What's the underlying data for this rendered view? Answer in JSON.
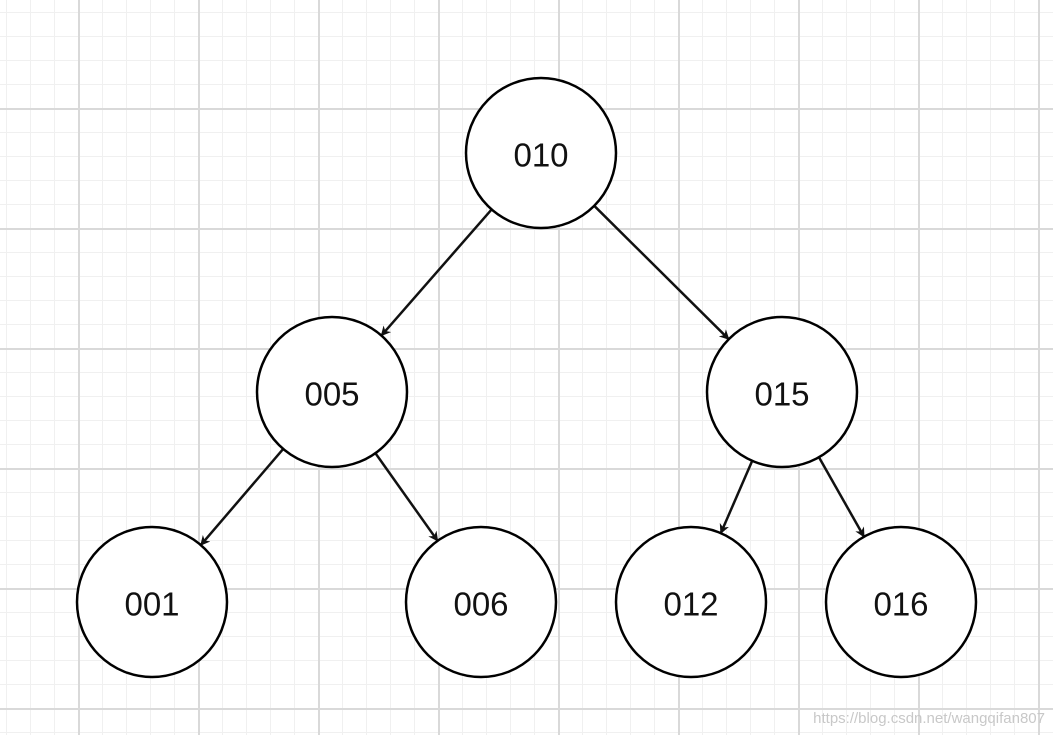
{
  "diagram": {
    "type": "binary-tree",
    "nodes": [
      {
        "id": "n010",
        "label": "010"
      },
      {
        "id": "n005",
        "label": "005"
      },
      {
        "id": "n015",
        "label": "015"
      },
      {
        "id": "n001",
        "label": "001"
      },
      {
        "id": "n006",
        "label": "006"
      },
      {
        "id": "n012",
        "label": "012"
      },
      {
        "id": "n016",
        "label": "016"
      }
    ],
    "edges": [
      {
        "from": "n010",
        "to": "n005"
      },
      {
        "from": "n010",
        "to": "n015"
      },
      {
        "from": "n005",
        "to": "n001"
      },
      {
        "from": "n005",
        "to": "n006"
      },
      {
        "from": "n015",
        "to": "n012"
      },
      {
        "from": "n015",
        "to": "n016"
      }
    ]
  },
  "colors": {
    "stroke": "#000000",
    "fill": "#ffffff",
    "text": "#111111",
    "grid": "#d9d9d9"
  },
  "watermark": "https://blog.csdn.net/wangqifan807"
}
